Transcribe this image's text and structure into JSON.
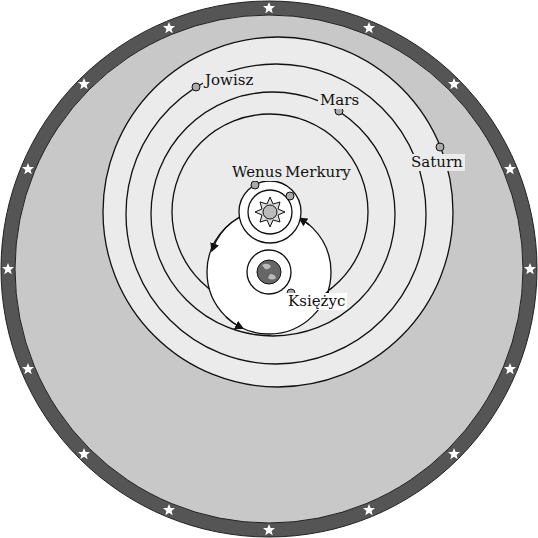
{
  "diagram": {
    "labels": [
      "Jowisz",
      "Mars",
      "Wenus",
      "Merkury",
      "Saturn",
      "Księżyc"
    ]
  }
}
